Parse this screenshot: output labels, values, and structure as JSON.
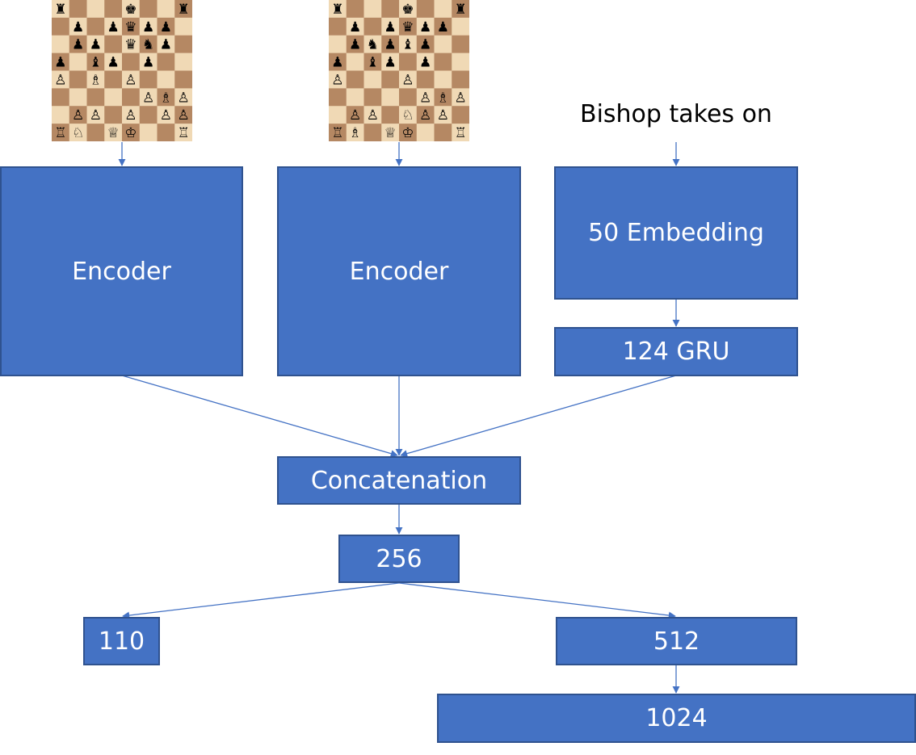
{
  "colors": {
    "box": "#4472c4",
    "box_border": "#2f528f",
    "arrow": "#4472c4",
    "light_square": "#f0d9b5",
    "dark_square": "#b58863"
  },
  "boards": [
    {
      "icon": "chessboard-icon",
      "rows": [
        "r...k..r",
        ".p.pqpp.",
        ".pp.qnp.",
        "p.bp.p..",
        "P.B.P...",
        ".....PBP",
        ".PP.P.PP",
        "RN.QK..R"
      ]
    },
    {
      "icon": "chessboard-icon",
      "rows": [
        "r...k..r",
        ".p.pqpp.",
        ".pnpbp..",
        "p.bp.p..",
        "P...P...",
        ".....PBP",
        ".PP.NPP.",
        "RB.QK..R"
      ]
    }
  ],
  "input_text": "Bishop takes on",
  "nodes": {
    "encoder1": "Encoder",
    "encoder2": "Encoder",
    "embedding": "50 Embedding",
    "gru": "124 GRU",
    "concat": "Concatenation",
    "dense256": "256",
    "dense110": "110",
    "dense512": "512",
    "dense1024": "1024"
  }
}
